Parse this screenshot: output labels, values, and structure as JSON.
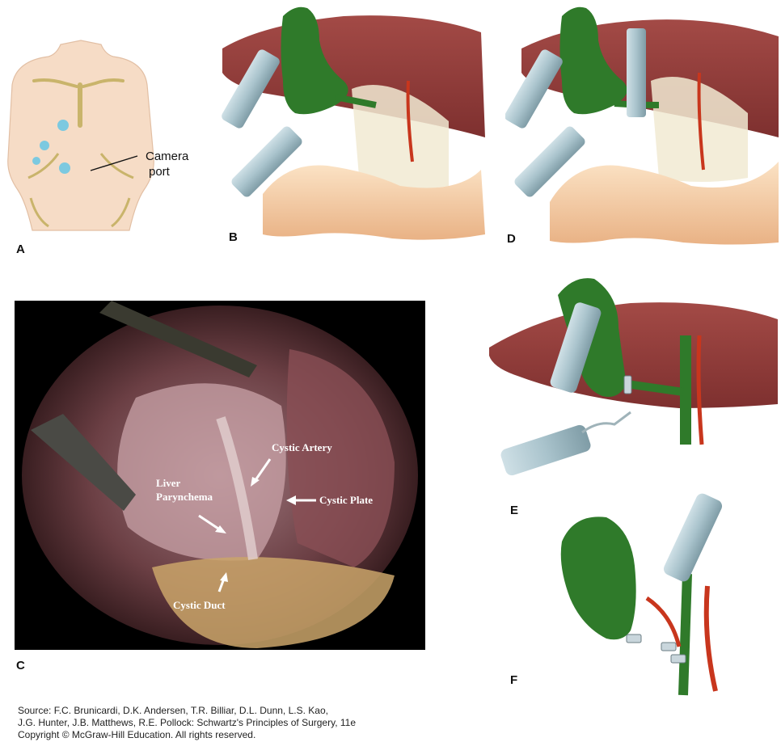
{
  "panels": {
    "a": {
      "label": "A",
      "camera_label_line1": "Camera",
      "camera_label_line2": "port"
    },
    "b": {
      "label": "B"
    },
    "c": {
      "label": "C",
      "annotations": {
        "cystic_artery": "Cystic Artery",
        "liver_parynchema_line1": "Liver",
        "liver_parynchema_line2": "Parynchema",
        "cystic_plate": "Cystic Plate",
        "cystic_duct": "Cystic Duct"
      }
    },
    "d": {
      "label": "D"
    },
    "e": {
      "label": "E"
    },
    "f": {
      "label": "F"
    }
  },
  "source": {
    "line1": "Source: F.C. Brunicardi, D.K. Andersen, T.R. Billiar, D.L. Dunn, L.S. Kao,",
    "line2": "J.G. Hunter, J.B. Matthews, R.E. Pollock: Schwartz's Principles of Surgery, 11e",
    "line3": "Copyright © McGraw-Hill Education. All rights reserved."
  },
  "colors": {
    "liver": "#8e3b3a",
    "gallbladder": "#2f7a2a",
    "duodenum": "#f4c79a",
    "artery": "#c8361d",
    "instrument": "#a9c3cc",
    "skin": "#f6dcc6",
    "port": "#7cc9e0"
  }
}
